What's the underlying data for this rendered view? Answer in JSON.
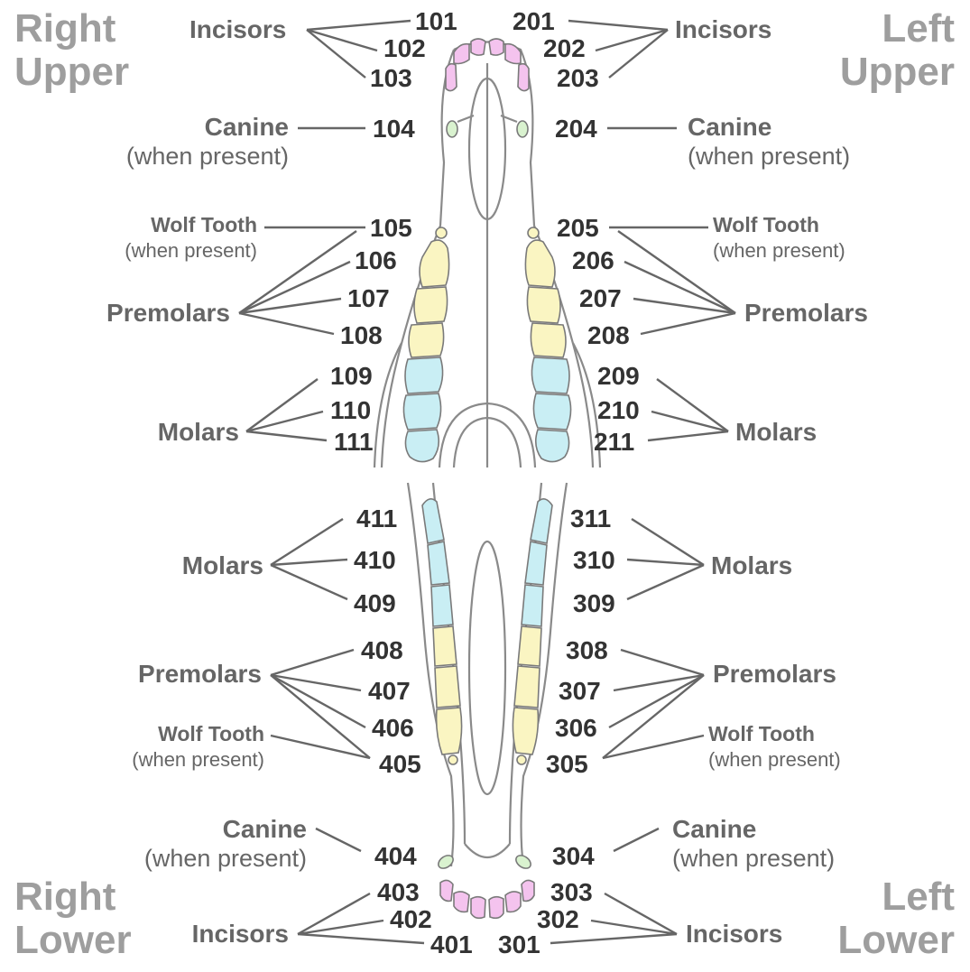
{
  "quadrants": {
    "right_upper": [
      "Right",
      "Upper"
    ],
    "left_upper": [
      "Left",
      "Upper"
    ],
    "right_lower": [
      "Right",
      "Lower"
    ],
    "left_lower": [
      "Left",
      "Lower"
    ]
  },
  "groups": {
    "incisors": "Incisors",
    "canine": "Canine",
    "when_present": "(when present)",
    "wolf_tooth": "Wolf Tooth",
    "premolars": "Premolars",
    "molars": "Molars"
  },
  "tooth_numbers": {
    "right_upper": [
      "101",
      "102",
      "103",
      "104",
      "105",
      "106",
      "107",
      "108",
      "109",
      "110",
      "111"
    ],
    "left_upper": [
      "201",
      "202",
      "203",
      "204",
      "205",
      "206",
      "207",
      "208",
      "209",
      "210",
      "211"
    ],
    "left_lower": [
      "301",
      "302",
      "303",
      "304",
      "305",
      "306",
      "307",
      "308",
      "309",
      "310",
      "311"
    ],
    "right_lower": [
      "401",
      "402",
      "403",
      "404",
      "405",
      "406",
      "407",
      "408",
      "409",
      "410",
      "411"
    ]
  },
  "colors": {
    "incisor": "#f4c3ee",
    "canine": "#d9f2cf",
    "premolar": "#faf5c2",
    "molar": "#c9eef4",
    "outline": "#8a8a8a",
    "label": "#666666",
    "number": "#333333",
    "quadrant": "#9e9e9e"
  }
}
